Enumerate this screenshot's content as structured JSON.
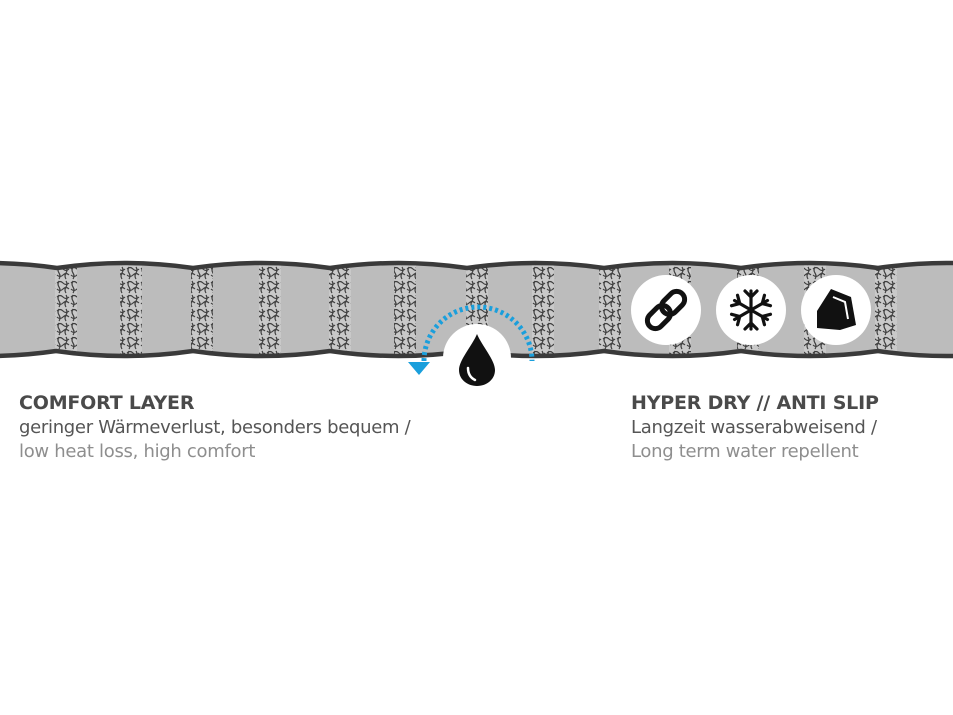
{
  "left_caption": {
    "title": "COMFORT LAYER",
    "line_de": "geringer Wärmeverlust, besonders bequem /",
    "line_en": "low heat loss, high comfort"
  },
  "right_caption": {
    "title": "HYPER DRY // ANTI SLIP",
    "line_de": "Langzeit wasserabweisend /",
    "line_en": "Long term water repellent"
  },
  "icons": [
    "chain-link-icon",
    "snowflake-icon",
    "shield-shape-icon",
    "water-drop-icon"
  ],
  "colors": {
    "mat_fill": "#bcbcbc",
    "mat_outline": "#3a3a3a",
    "arrow_blue": "#1a9fdc",
    "text_dark": "#4a4a4a",
    "text_light": "#8e8e8e"
  }
}
